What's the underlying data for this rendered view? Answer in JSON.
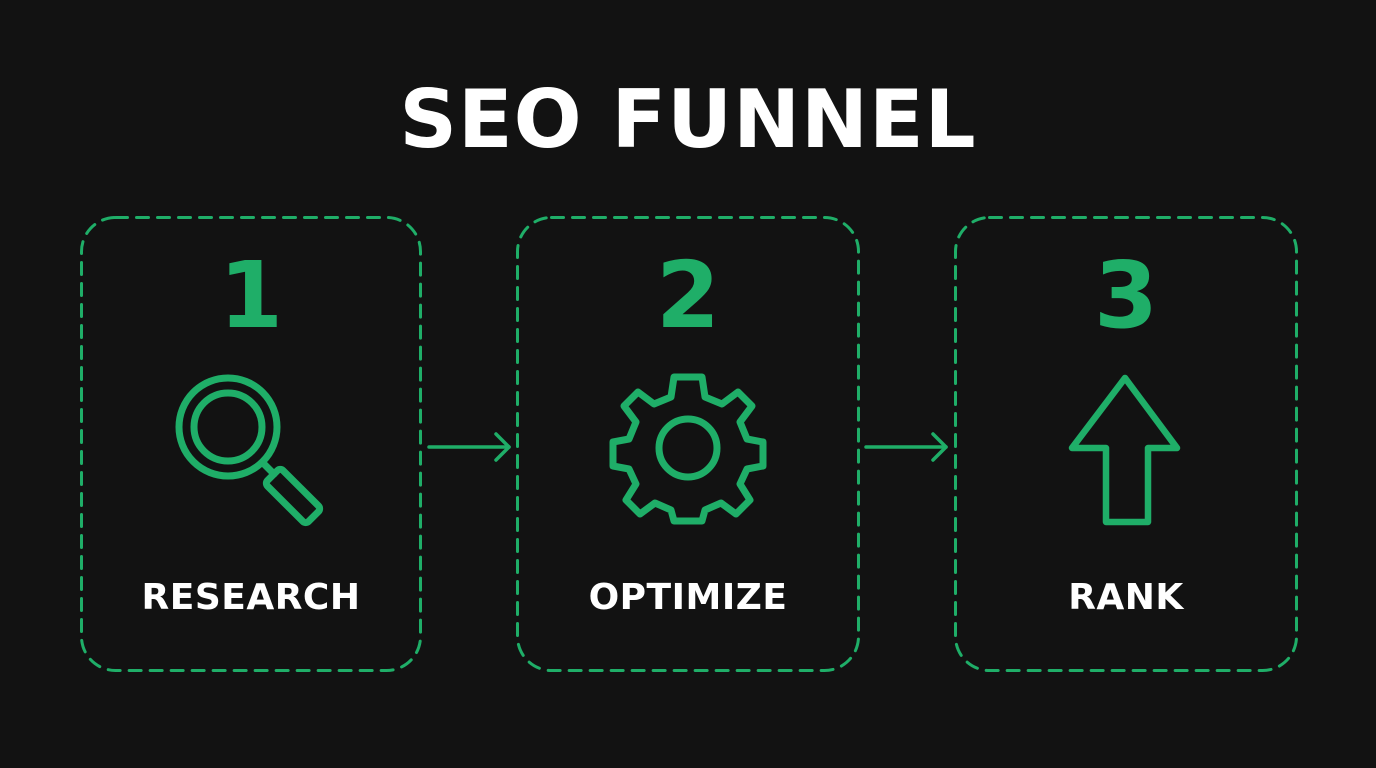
{
  "title": "SEO FUNNEL",
  "colors": {
    "background": "#121212",
    "accent": "#1fae68",
    "text": "#ffffff"
  },
  "steps": [
    {
      "number": "1",
      "label": "RESEARCH",
      "icon": "magnifying-glass-icon"
    },
    {
      "number": "2",
      "label": "OPTIMIZE",
      "icon": "gear-icon"
    },
    {
      "number": "3",
      "label": "RANK",
      "icon": "arrow-up-icon"
    }
  ],
  "connectors": [
    {
      "from": "1",
      "to": "2",
      "icon": "arrow-right-icon"
    },
    {
      "from": "2",
      "to": "3",
      "icon": "arrow-right-icon"
    }
  ]
}
